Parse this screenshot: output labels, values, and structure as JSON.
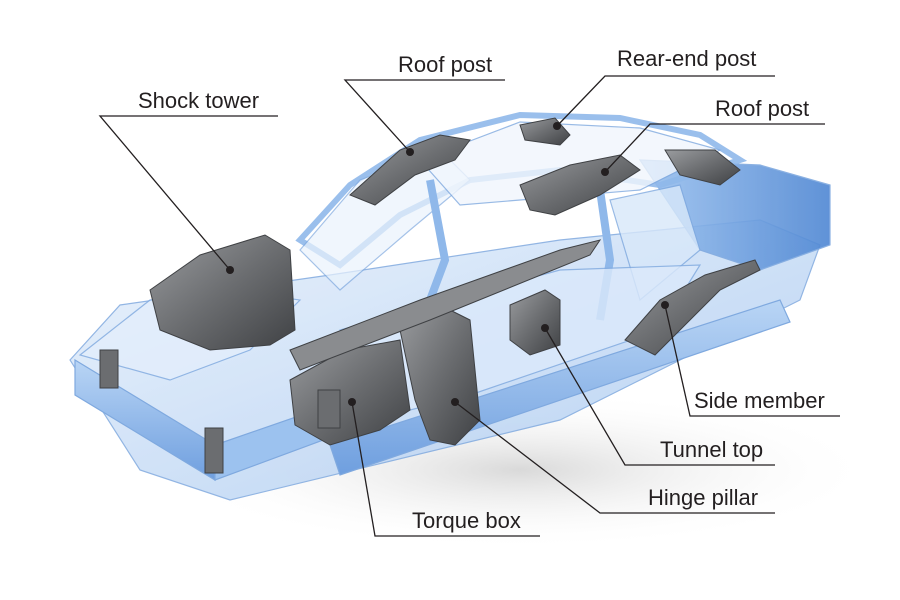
{
  "figure": {
    "labels": {
      "roof_post_front": "Roof post",
      "rear_end_post": "Rear-end post",
      "roof_post_rear": "Roof post",
      "shock_tower": "Shock tower",
      "side_member": "Side member",
      "tunnel_top": "Tunnel top",
      "hinge_pillar": "Hinge pillar",
      "torque_box": "Torque box"
    }
  },
  "colors": {
    "body_frame_light": "#cfe2f8",
    "body_frame_mid": "#8fb8ea",
    "body_frame_dark": "#5a8fd6",
    "highlighted_part": "#6b6d70",
    "highlighted_part_dark": "#3f4144",
    "leader_line": "#231f20",
    "label_text": "#231f20"
  }
}
